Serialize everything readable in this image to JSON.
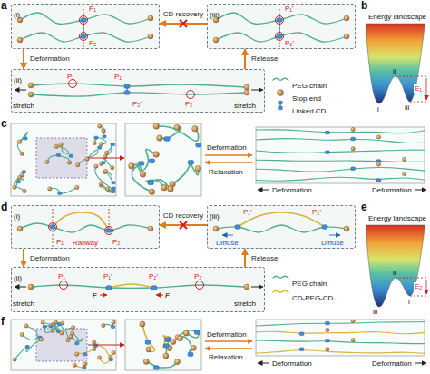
{
  "diagram": {
    "nodes": [
      {
        "text": [
          "(i)"
        ]
      },
      {
        "text": [
          "(iii)"
        ]
      },
      {
        "text": [
          "(ii)"
        ]
      },
      {
        "text": [
          "(i)"
        ]
      },
      {
        "text": [
          "(iii)"
        ]
      },
      {
        "text": [
          "(ii)"
        ]
      }
    ],
    "edges": [
      {
        "from": 0,
        "to": 2,
        "label": "Deformation",
        "arrow": "to"
      },
      {
        "from": 2,
        "to": 1,
        "label": "Release",
        "arrow": "to"
      },
      {
        "from": 1,
        "to": 0,
        "label": "CD recovery",
        "arrow": "to"
      },
      {
        "from": 3,
        "to": 5,
        "label": "Deformation",
        "arrow": "to"
      },
      {
        "from": 5,
        "to": 4,
        "label": "Release",
        "arrow": "to"
      },
      {
        "from": 4,
        "to": 3,
        "label": "CD recovery",
        "arrow": "to"
      }
    ],
    "labels": [
      "a",
      "P₁",
      "P₂",
      "P₁'",
      "P₂'",
      "stretch",
      "P₁",
      "P₁'",
      "P₂'",
      "P₂",
      "stretch",
      "b",
      "Energy landscape",
      "ii",
      "i",
      "iii",
      "E₁",
      "c",
      "Deformation",
      "Relaxation",
      "Deformation",
      "Deformation",
      "d",
      "P₁",
      "P₂",
      "Railway",
      "P₁'",
      "P₂'",
      "Diffuse",
      "Diffuse",
      "stretch",
      "P₁",
      "P₁'",
      "F",
      "F",
      "P₂'",
      "P₂",
      "stretch",
      "e",
      "Energy landscape",
      "ii",
      "iii",
      "i",
      "E₂",
      "f",
      "Deformation",
      "Relaxation",
      "Deformation",
      "Deformation"
    ],
    "legend": [
      {
        "text": "PEG chain"
      },
      {
        "text": "Stop end"
      },
      {
        "text": "Linked CD"
      },
      {
        "text": "PEG chain"
      },
      {
        "text": "CD-PEG-CD"
      }
    ]
  }
}
